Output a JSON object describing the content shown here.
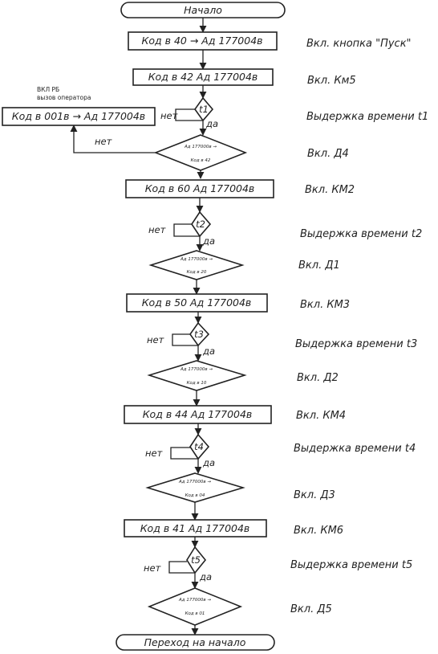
{
  "terminals": {
    "start": "Начало",
    "end": "Переход на начало"
  },
  "operator_note": {
    "line1": "ВКЛ РБ",
    "line2": "вызов оператора"
  },
  "operator_box": "Код в 001в → Ад 177004в",
  "process_boxes": [
    "Код в 40 → Ад 177004в",
    "Код в 42 Ад 177004в",
    "Код в 60 Ад 177004в",
    "Код в 50 Ад 177004в",
    "Код в 44 Ад 177004в",
    "Код в 41 Ад 177004в"
  ],
  "timer_labels": [
    "t1",
    "t2",
    "t3",
    "t4",
    "t5"
  ],
  "decision_texts": [
    {
      "top": "Ад 177000в →",
      "bottom": "Код в 42"
    },
    {
      "top": "Ад 177000в →",
      "bottom": "Код в 20"
    },
    {
      "top": "Ад 177000в →",
      "bottom": "Код в 10"
    },
    {
      "top": "Ад 177000в →",
      "bottom": "Код в 04"
    },
    {
      "top": "Ад 177000в →",
      "bottom": "Код в 01"
    }
  ],
  "branch_labels": {
    "no": "нет",
    "yes": "да"
  },
  "right_labels": [
    "Вкл. кнопка \"Пуск\"",
    "Вкл. Км5",
    "Выдержка времени t1",
    "Вкл. Д4",
    "Вкл. КМ2",
    "Выдержка времени t2",
    "Вкл. Д1",
    "Вкл. КМ3",
    "Выдержка времени t3",
    "Вкл. Д2",
    "Вкл. КМ4",
    "Выдержка времени t4",
    "Вкл. Д3",
    "Вкл. КМ6",
    "Выдержка времени t5",
    "Вкл. Д5"
  ]
}
